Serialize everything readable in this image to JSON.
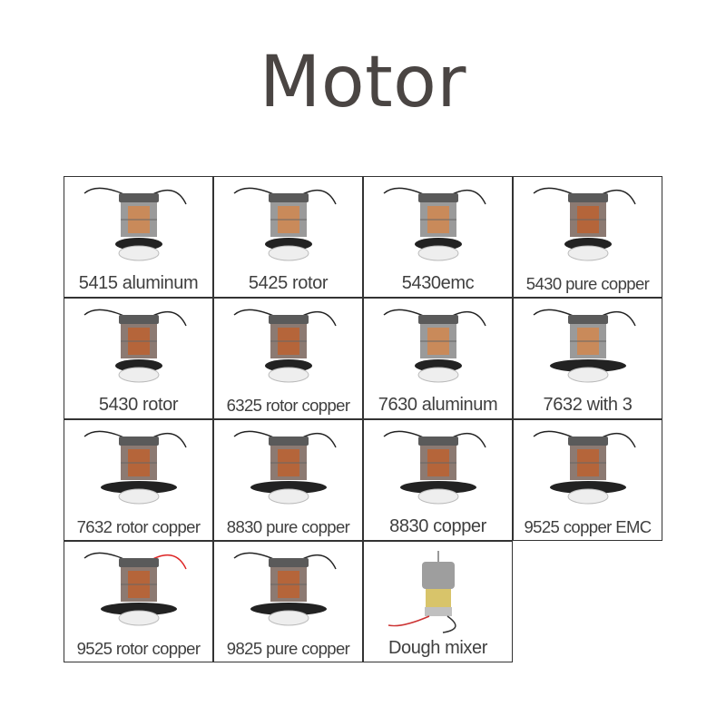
{
  "title": "Motor",
  "items": [
    {
      "label": "5415 aluminum",
      "icon": "motor-photo",
      "copper": false
    },
    {
      "label": "5425 rotor",
      "icon": "motor-photo",
      "copper": false
    },
    {
      "label": "5430emc",
      "icon": "motor-photo",
      "copper": false
    },
    {
      "label": "5430 pure copper",
      "icon": "motor-photo",
      "copper": true
    },
    {
      "label": "5430 rotor",
      "icon": "motor-photo",
      "copper": true
    },
    {
      "label": "6325 rotor copper",
      "icon": "motor-photo",
      "copper": true
    },
    {
      "label": "7630 aluminum",
      "icon": "motor-photo",
      "copper": false
    },
    {
      "label": "7632 with 3",
      "icon": "motor-photo",
      "copper": false
    },
    {
      "label": "7632 rotor copper",
      "icon": "motor-photo",
      "copper": true
    },
    {
      "label": "8830 pure copper",
      "icon": "motor-photo",
      "copper": true
    },
    {
      "label": "8830 copper",
      "icon": "motor-photo",
      "copper": true
    },
    {
      "label": "9525 copper EMC",
      "icon": "motor-photo",
      "copper": true
    },
    {
      "label": "9525 rotor copper",
      "icon": "motor-photo",
      "copper": true
    },
    {
      "label": "9825 pure copper",
      "icon": "motor-photo",
      "copper": true
    },
    {
      "label": "Dough mixer",
      "icon": "motor-photo",
      "copper": false
    }
  ],
  "colors": {
    "border": "#333333",
    "title": "#4a4543",
    "label": "#3f3f3f",
    "copper": "#b5653a",
    "steel": "#8a8a8a"
  }
}
